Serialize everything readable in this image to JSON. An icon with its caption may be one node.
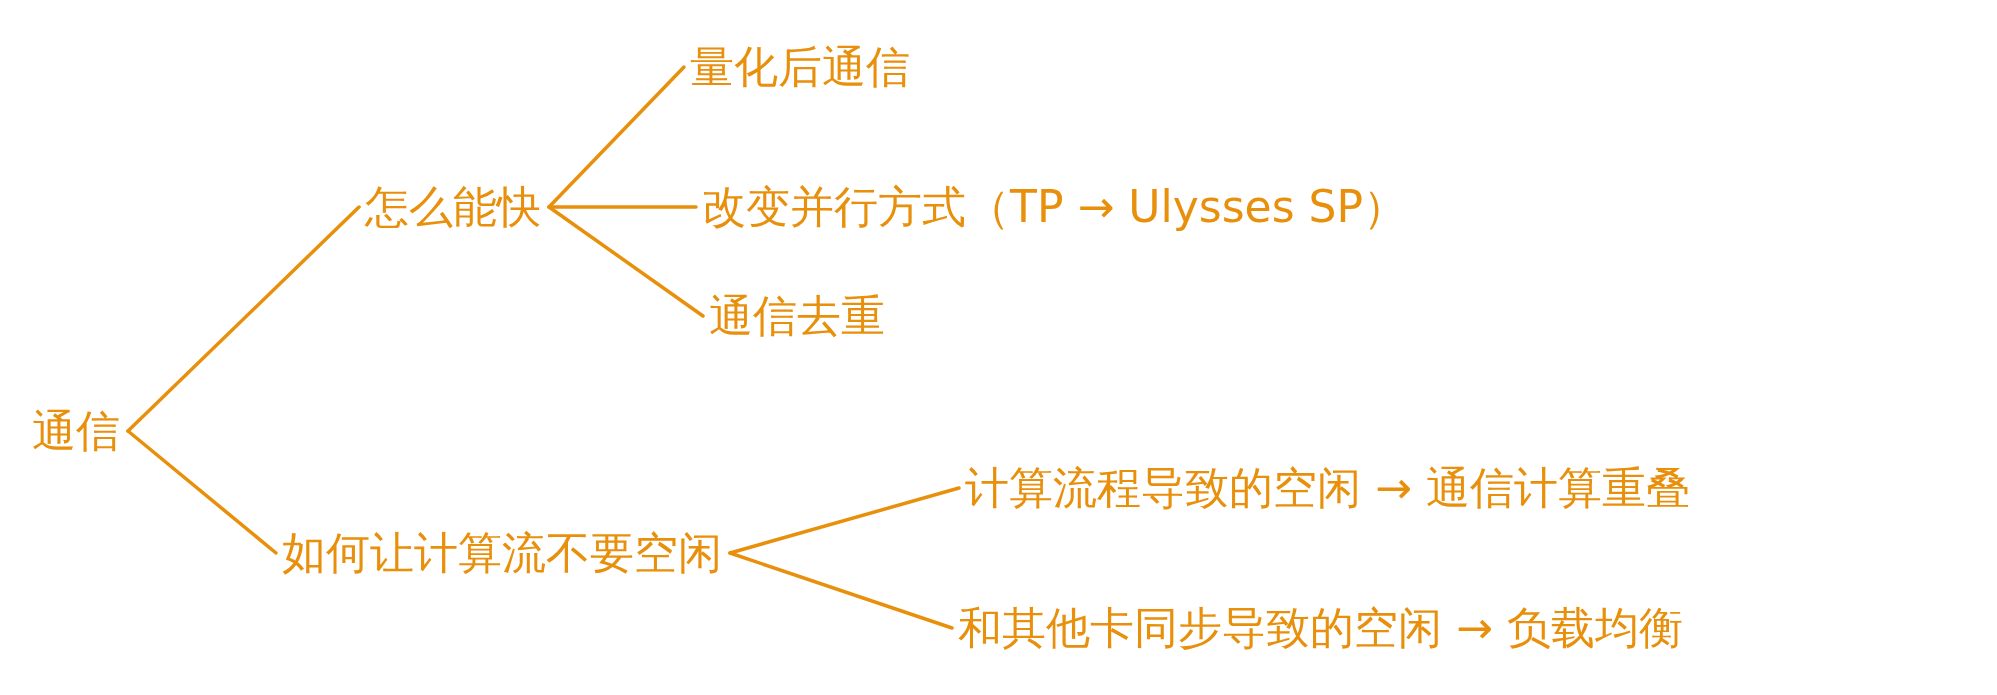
{
  "diagram": {
    "nodes": [
      {
        "text": [
          "通信"
        ]
      },
      {
        "text": [
          "怎么能快"
        ]
      },
      {
        "text": [
          "量化后通信"
        ]
      },
      {
        "text": [
          "改变并行方式（TP → Ulysses SP）"
        ]
      },
      {
        "text": [
          "通信去重"
        ]
      },
      {
        "text": [
          "如何让计算流不要空闲"
        ]
      },
      {
        "text": [
          "计算流程导致的空闲 → 通信计算重叠"
        ]
      },
      {
        "text": [
          "和其他卡同步导致的空闲 → 负载均衡"
        ]
      }
    ],
    "edges": [
      {
        "from": 0,
        "to": 1,
        "arrow": "none"
      },
      {
        "from": 0,
        "to": 5,
        "arrow": "none"
      },
      {
        "from": 1,
        "to": 2,
        "arrow": "none"
      },
      {
        "from": 1,
        "to": 3,
        "arrow": "none"
      },
      {
        "from": 1,
        "to": 4,
        "arrow": "none"
      },
      {
        "from": 5,
        "to": 6,
        "arrow": "none"
      },
      {
        "from": 5,
        "to": 7,
        "arrow": "none"
      }
    ]
  }
}
